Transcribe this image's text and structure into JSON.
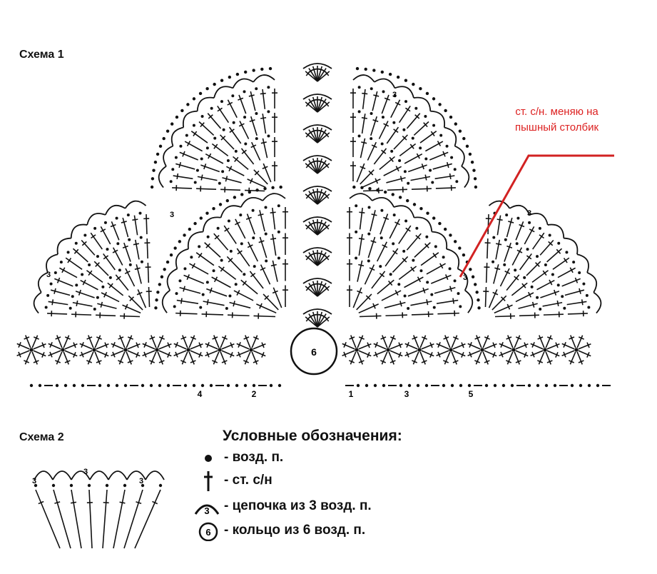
{
  "scheme1": {
    "title": "Схема 1",
    "center_ring_label": "6",
    "row_numbers_left": [
      "4",
      "2"
    ],
    "row_numbers_right": [
      "1",
      "3",
      "5"
    ],
    "chain3_mark": "3"
  },
  "scheme2": {
    "title": "Схема 2",
    "chain3_mark": "3"
  },
  "annotation": {
    "text": "ст. с/н. меняю на\nпышный столбик",
    "color": "#d22222"
  },
  "legend": {
    "title": "Условные обозначения:",
    "items": [
      {
        "icon": "chain-dot-icon",
        "text": "- возд. п."
      },
      {
        "icon": "double-crochet-icon",
        "text": "- ст. с/н"
      },
      {
        "icon": "chain-arc-3-icon",
        "mark": "3",
        "text": "- цепочка из 3 возд. п."
      },
      {
        "icon": "ring-6-icon",
        "mark": "6",
        "text": "- кольцо из 6 возд. п."
      }
    ]
  }
}
